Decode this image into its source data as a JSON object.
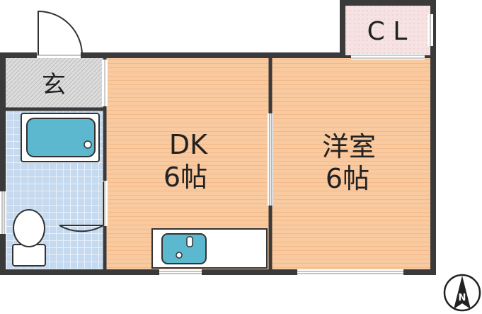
{
  "rooms": {
    "entrance": {
      "label": "玄"
    },
    "closet": {
      "label": "C L"
    },
    "dk": {
      "name": "DK",
      "size": "6帖"
    },
    "western": {
      "name": "洋室",
      "size": "6帖"
    }
  },
  "compass": {
    "letter": "N"
  },
  "colors": {
    "wall": "#3a3a3a",
    "floor_wood": "#f9c9a0",
    "floor_wood_line": "#f3b98a",
    "floor_tile": "#c5d9ef",
    "floor_tile_line": "#e8f0fa",
    "floor_closet": "#f6e4e4",
    "floor_entrance": "#d8d8d8",
    "fixture_blue": "#5bb8cf"
  }
}
